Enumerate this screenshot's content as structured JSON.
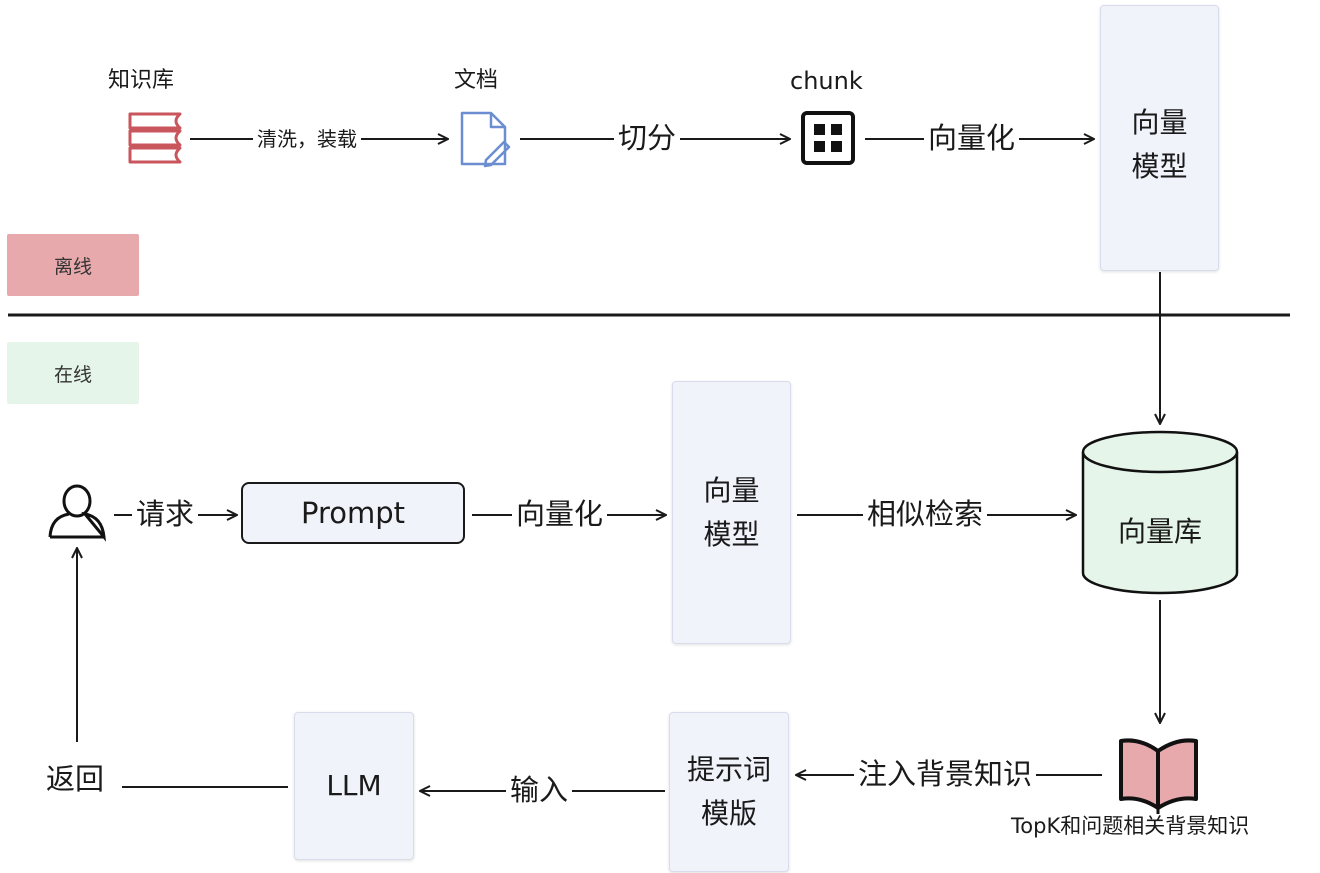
{
  "offline": {
    "tag": "离线",
    "knowledge_base": "知识库",
    "clean_load": "清洗，装载",
    "document": "文档",
    "split": "切分",
    "chunk": "chunk",
    "vectorize": "向量化",
    "embedding_model": "向量\n模型"
  },
  "online": {
    "tag": "在线",
    "request": "请求",
    "prompt": "Prompt",
    "vectorize": "向量化",
    "embedding_model": "向量\n模型",
    "similarity_search": "相似检索",
    "vector_db": "向量库",
    "topk": "TopK和问题相关背景知识",
    "inject": "注入背景知识",
    "prompt_template": "提示词\n模版",
    "input": "输入",
    "llm": "LLM",
    "return": "返回"
  },
  "colors": {
    "offline_tag": "#e8a9ad",
    "online_tag": "#e6f5e9",
    "book_red": "#c9565c",
    "doc_blue": "#6b8ed0",
    "open_book_fill": "#e8a9ad",
    "db_fill": "#e6f5e9",
    "model_fill": "#f1f3fb"
  }
}
